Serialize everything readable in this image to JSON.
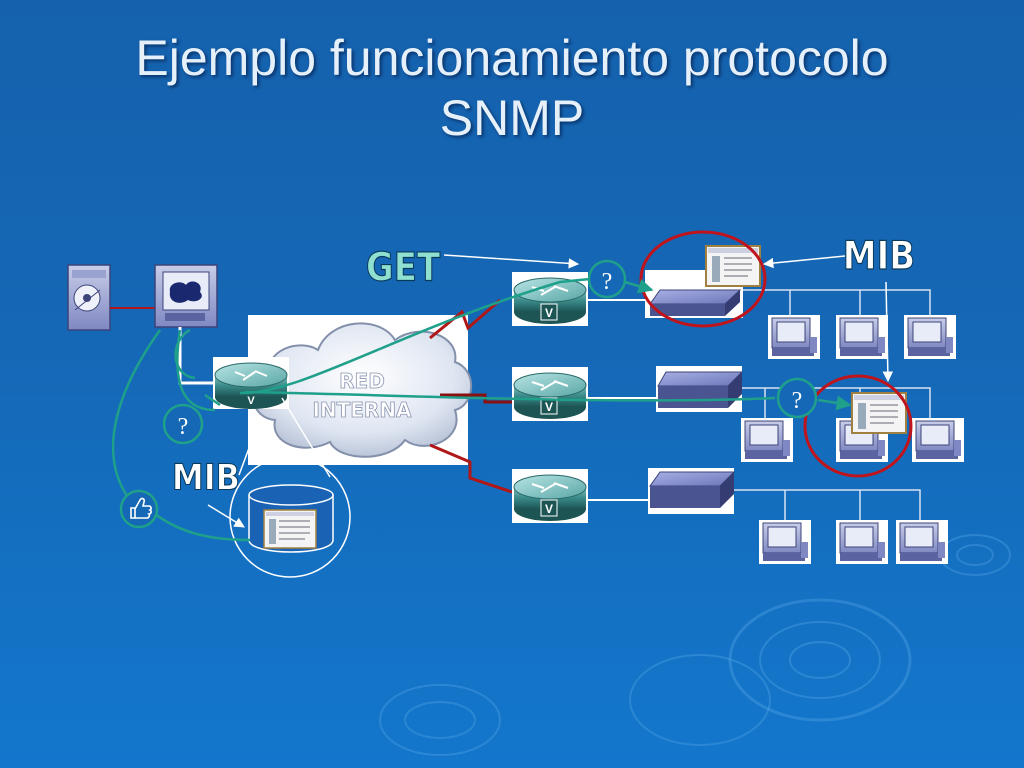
{
  "slide": {
    "title_line1": "Ejemplo funcionamiento protocolo",
    "title_line2": "SNMP"
  },
  "diagram": {
    "cloud_line1": "RED",
    "cloud_line2": "INTERNA",
    "get_label": "GET",
    "mib_label_right": "MIB",
    "mib_label_left": "MIB",
    "question_mark": "?",
    "router_badge": "V",
    "thumbs_up_icon": "thumbs-up-icon"
  },
  "colors": {
    "background": "#1568b6",
    "router_teal": "#3a8a8a",
    "switch_blue": "#6b76b8",
    "arrow_green": "#1fa08a",
    "wan_red": "#b01818",
    "highlight_ring": "#c0141c"
  }
}
